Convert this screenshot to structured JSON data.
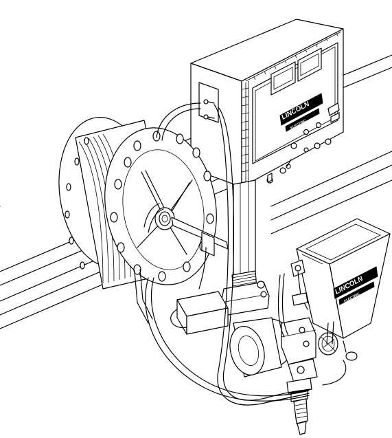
{
  "colors": {
    "ink": "#000000",
    "paper": "#ffffff"
  },
  "logos": {
    "control_box_brand": "LINCOLN",
    "control_box_sub": "ELECTRIC",
    "hopper_brand": "LINCOLN",
    "hopper_sub": "ELECTRIC"
  }
}
